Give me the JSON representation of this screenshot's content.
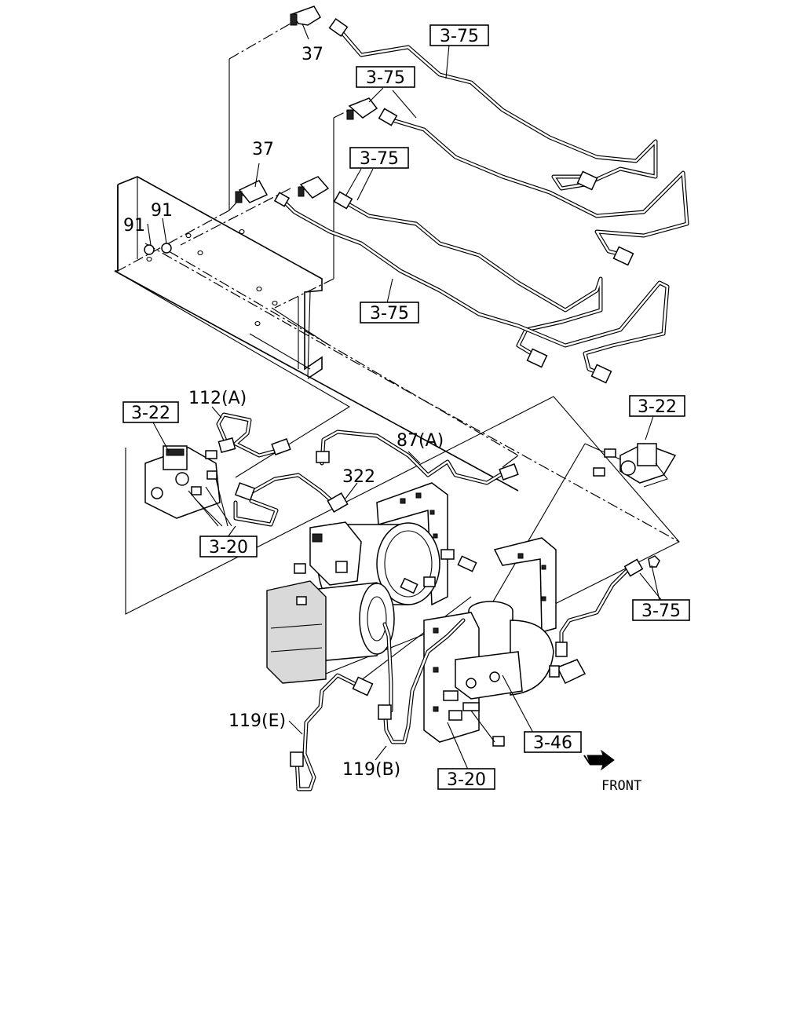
{
  "callouts": {
    "p37_top": "37",
    "p37_mid": "37",
    "p91_a": "91",
    "p91_b": "91",
    "p112A": "112(A)",
    "p87A": "87(A)",
    "p322": "322",
    "p119E": "119(E)",
    "p119B": "119(B)"
  },
  "ref_boxes": {
    "r375_1": "3-75",
    "r375_2": "3-75",
    "r375_3": "3-75",
    "r375_4": "3-75",
    "r375_5": "3-75",
    "r322_left": "3-22",
    "r322_right": "3-22",
    "r320_left": "3-20",
    "r320_bottom": "3-20",
    "r346": "3-46"
  },
  "direction": {
    "label": "FRONT",
    "icon": "front-arrow-icon"
  }
}
